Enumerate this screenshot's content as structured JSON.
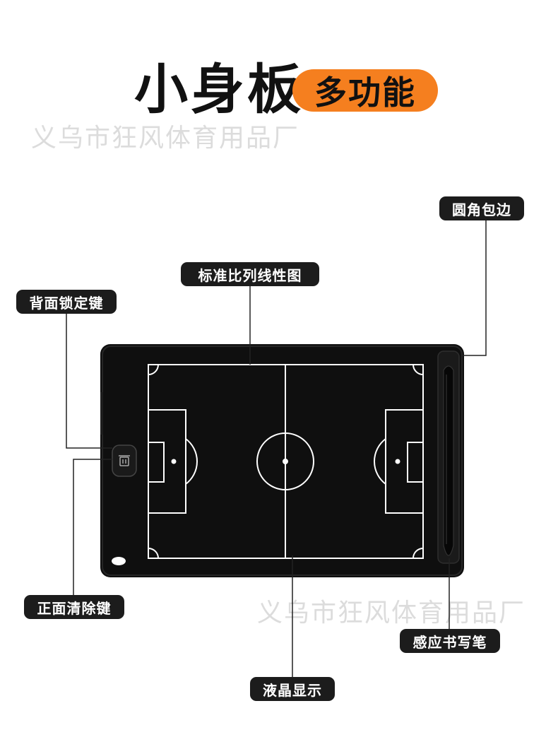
{
  "header": {
    "title": "小身板",
    "highlight": "多功能"
  },
  "watermark": {
    "text": "义乌市狂风体育用品厂"
  },
  "callouts": {
    "rounded_edge": "圆角包边",
    "standard_scale_diagram": "标准比列线性图",
    "back_lock_key": "背面锁定键",
    "front_clear_key": "正面清除键",
    "induction_stylus": "感应书写笔",
    "lcd_display": "液晶显示"
  },
  "colors": {
    "accent": "#f57f1f",
    "label_bg": "#1c1c1c",
    "device": "#111111",
    "field_lines": "#ffffff",
    "watermark": "#dcdcdc"
  }
}
